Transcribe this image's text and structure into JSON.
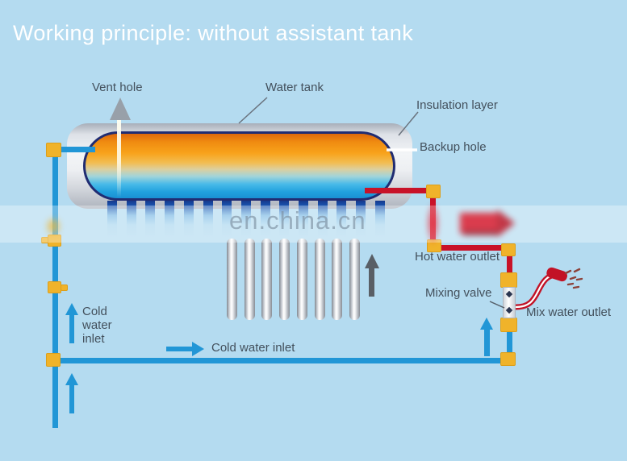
{
  "title": "Working principle: without assistant tank",
  "watermark": "en.china.cn",
  "labels": {
    "vent_hole": "Vent hole",
    "water_tank": "Water tank",
    "insulation_layer": "Insulation layer",
    "backup_hole": "Backup hole",
    "hot_water_outlet": "Hot water outlet",
    "mixing_valve": "Mixing valve",
    "mix_water_outlet": "Mix water outlet",
    "cold_water_inlet_left": "Cold\nwater\ninlet",
    "cold_water_inlet_bottom": "Cold water inlet"
  },
  "diagram": {
    "vacuum_tube_count": 8,
    "tank_port_count": 15
  },
  "colors": {
    "background": "#b4dbf0",
    "band_overlay": "rgba(255,255,255,0.33)",
    "pipe_cold": "#2196d6",
    "pipe_hot": "#c81228",
    "fitting_yellow": "#f0b32a",
    "tank_hot": "#f8a31b",
    "tank_cold": "#1fa0d9",
    "label_text": "#43505c",
    "title_text": "#ffffff",
    "watermark_text": "rgba(124,143,160,0.65)",
    "arrow_dark": "#595f66"
  }
}
